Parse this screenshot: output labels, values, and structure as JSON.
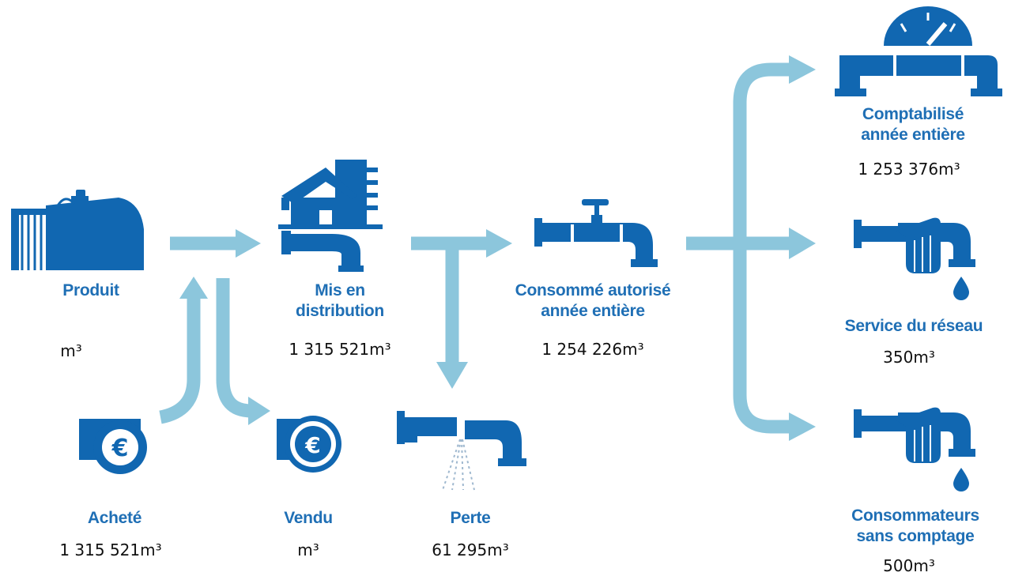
{
  "nodes": {
    "produit": {
      "label": "Produit",
      "value": "",
      "unit": "m³"
    },
    "achete": {
      "label": "Acheté",
      "value": "1 315 521",
      "unit": "m³"
    },
    "vendu": {
      "label": "Vendu",
      "value": "",
      "unit": "m³"
    },
    "mis_en_distribution": {
      "label_line1": "Mis en",
      "label_line2": "distribution",
      "value": "1 315 521",
      "unit": "m³"
    },
    "perte": {
      "label": "Perte",
      "value": "61 295",
      "unit": "m³"
    },
    "consomme_autorise": {
      "label_line1": "Consommé autorisé",
      "label_line2": "année entière",
      "value": "1 254 226",
      "unit": "m³"
    },
    "comptabilise": {
      "label_line1": "Comptabilisé",
      "label_line2": "année entière",
      "value": "1 253 376",
      "unit": "m³"
    },
    "service_reseau": {
      "label": "Service du réseau",
      "value": "350",
      "unit": "m³"
    },
    "sans_comptage": {
      "label_line1": "Consommateurs",
      "label_line2": "sans comptage",
      "value": "500",
      "unit": "m³"
    }
  },
  "colors": {
    "icon": "#1167b1",
    "arrow": "#8cc6dc",
    "label": "#1f6fb5",
    "value": "#111111"
  },
  "icons": {
    "produit": "water-tank-icon",
    "mis_en_distribution": "house-building-pipe-icon",
    "achete": "euro-coin-icon",
    "vendu": "euro-coin-outline-icon",
    "perte": "leaking-pipe-icon",
    "consomme_autorise": "valve-pipe-icon",
    "comptabilise": "water-meter-icon",
    "service_reseau": "hand-pipe-drop-icon",
    "sans_comptage": "hand-pipe-drop-icon"
  }
}
